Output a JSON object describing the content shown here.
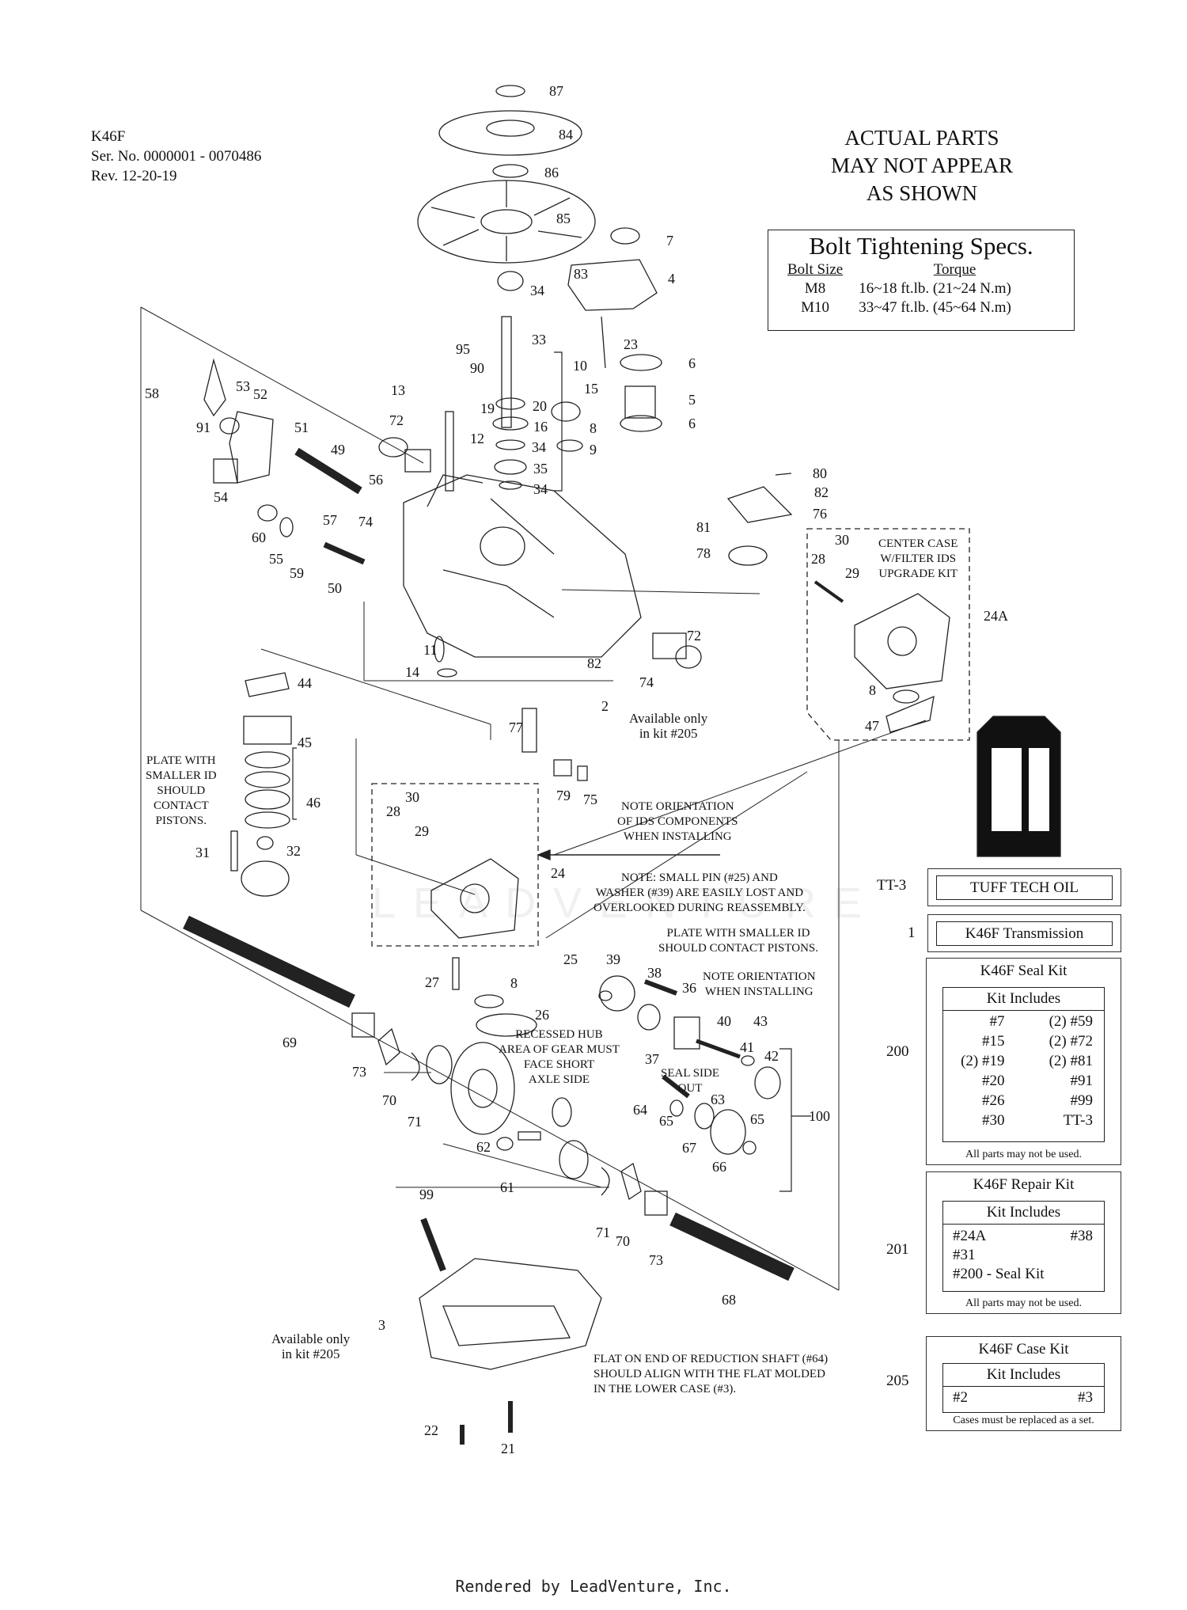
{
  "header": {
    "model": "K46F",
    "serial": "Ser. No. 0000001 - 0070486",
    "rev": "Rev. 12-20-19"
  },
  "notice": [
    "ACTUAL PARTS",
    "MAY NOT APPEAR",
    "AS SHOWN"
  ],
  "bolt_specs": {
    "title": "Bolt Tightening Specs.",
    "col_size": "Bolt Size",
    "col_torque": "Torque",
    "rows": [
      {
        "size": "M8",
        "torque": "16~18 ft.lb. (21~24 N.m)"
      },
      {
        "size": "M10",
        "torque": "33~47 ft.lb. (45~64 N.m)"
      }
    ]
  },
  "callouts": {
    "center_case": [
      "CENTER CASE",
      "W/FILTER IDS",
      "UPGRADE KIT"
    ],
    "plate_smaller_left": [
      "PLATE WITH",
      "SMALLER ID",
      "SHOULD",
      "CONTACT",
      "PISTONS."
    ],
    "note_ids": [
      "NOTE ORIENTATION",
      "OF IDS COMPONENTS",
      "WHEN INSTALLING"
    ],
    "note_small_pin": [
      "NOTE: SMALL PIN (#25) AND",
      "WASHER (#39) ARE EASILY LOST AND",
      "OVERLOOKED DURING REASSEMBLY."
    ],
    "plate_smaller_right": [
      "PLATE WITH SMALLER ID",
      "SHOULD CONTACT PISTONS."
    ],
    "note_orientation": [
      "NOTE ORIENTATION",
      "WHEN INSTALLING"
    ],
    "recessed_hub": [
      "RECESSED HUB",
      "AREA OF GEAR MUST",
      "FACE SHORT",
      "AXLE SIDE"
    ],
    "seal_side": [
      "SEAL SIDE",
      "OUT"
    ],
    "available_2": [
      "Available only",
      "in kit #205"
    ],
    "available_3": [
      "Available only",
      "in kit #205"
    ],
    "flat_end": [
      "FLAT ON END OF REDUCTION SHAFT (#64)",
      "SHOULD ALIGN WITH THE FLAT MOLDED",
      "IN THE LOWER CASE (#3)."
    ]
  },
  "part_numbers": [
    "87",
    "84",
    "86",
    "85",
    "7",
    "83",
    "4",
    "34",
    "33",
    "23",
    "6",
    "5",
    "6",
    "10",
    "95",
    "90",
    "13",
    "19",
    "20",
    "15",
    "16",
    "8",
    "9",
    "12",
    "34",
    "35",
    "34",
    "58",
    "53",
    "52",
    "91",
    "72",
    "51",
    "49",
    "56",
    "54",
    "74",
    "60",
    "55",
    "59",
    "57",
    "50",
    "80",
    "82",
    "76",
    "81",
    "78",
    "30",
    "28",
    "29",
    "24A",
    "72",
    "11",
    "82",
    "14",
    "74",
    "2",
    "44",
    "45",
    "46",
    "77",
    "79",
    "75",
    "8",
    "47",
    "30",
    "28",
    "29",
    "32",
    "31",
    "24",
    "25",
    "39",
    "27",
    "8",
    "26",
    "38",
    "36",
    "40",
    "43",
    "41",
    "42",
    "37",
    "69",
    "73",
    "70",
    "71",
    "64",
    "65",
    "63",
    "100",
    "62",
    "61",
    "67",
    "66",
    "65",
    "99",
    "71",
    "70",
    "73",
    "68",
    "3",
    "22",
    "21"
  ],
  "sidebar": {
    "oil": {
      "code": "TT-3",
      "label": "TUFF TECH OIL"
    },
    "transmission": {
      "code": "1",
      "label": "K46F Transmission"
    },
    "seal_kit": {
      "code": "200",
      "title": "K46F Seal Kit",
      "includes": "Kit Includes",
      "items": [
        "#7",
        "(2) #59",
        "#15",
        "(2) #72",
        "(2) #19",
        "(2) #81",
        "#20",
        "#91",
        "#26",
        "#99",
        "#30",
        "TT-3"
      ],
      "note": "All parts may not be used."
    },
    "repair_kit": {
      "code": "201",
      "title": "K46F Repair Kit",
      "includes": "Kit Includes",
      "items": [
        "#24A",
        "#38",
        "#31",
        "",
        "#200 - Seal Kit",
        ""
      ],
      "note": "All parts may not be used."
    },
    "case_kit": {
      "code": "205",
      "title": "K46F Case Kit",
      "includes": "Kit Includes",
      "items": [
        "#2",
        "#3"
      ],
      "note": "Cases must be replaced as a set."
    }
  },
  "footer": "Rendered by LeadVenture, Inc.",
  "watermark": "LEADVENTURE"
}
